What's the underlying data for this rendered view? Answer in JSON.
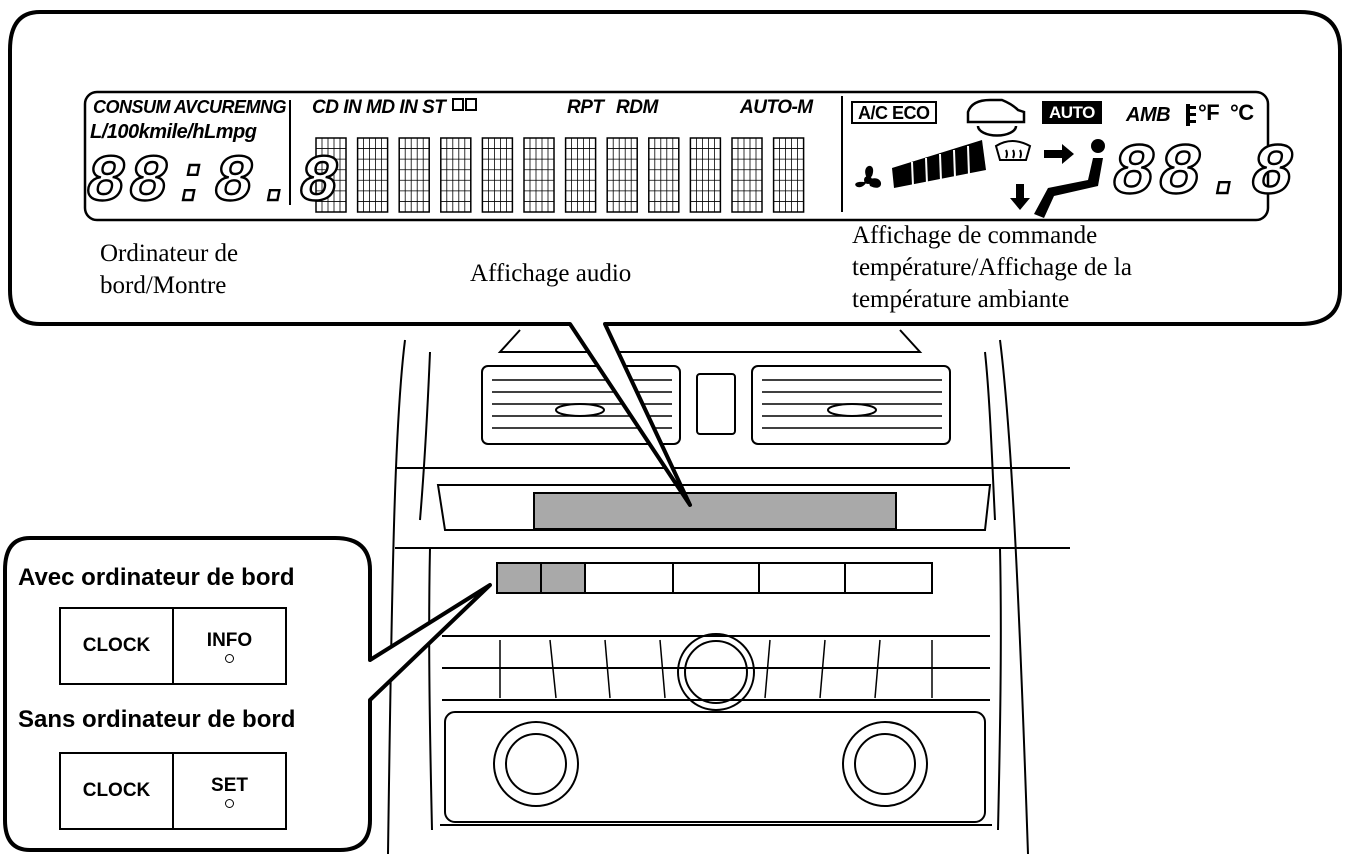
{
  "lcd": {
    "left": {
      "line1": "CONSUM AVCUREMNG",
      "line2": "L/100kmile/hLmpg",
      "digits": "88:8.8"
    },
    "audio": {
      "indicators_left": "CD IN MD IN ST",
      "indicator_rpt": "RPT",
      "indicator_rdm": "RDM",
      "indicator_auto_m": "AUTO-M"
    },
    "climate": {
      "ac": "A/C",
      "eco": "ECO",
      "auto": "AUTO",
      "amb": "AMB",
      "unit_f": "°F",
      "unit_c": "°C",
      "digits": "88.8"
    }
  },
  "captions": {
    "computer_clock": [
      "Ordinateur de",
      "bord/Montre"
    ],
    "audio_display": "Affichage audio",
    "climate_display": [
      "Affichage de commande",
      "température/Affichage de la",
      "température ambiante"
    ]
  },
  "panel": {
    "with_computer_heading": "Avec ordinateur de bord",
    "with_computer_buttons": [
      "CLOCK",
      "INFO"
    ],
    "without_computer_heading": "Sans ordinateur de bord",
    "without_computer_buttons": [
      "CLOCK",
      "SET"
    ]
  },
  "icons": [
    "dual-box-icon",
    "car-recirculation-icon",
    "fan-icon",
    "fan-speed-bar-icon",
    "defrost-icon",
    "airflow-arrow-icon",
    "seated-person-icon",
    "thermometer-icon"
  ],
  "colors": {
    "line": "#000000",
    "highlight_gray": "#a9a9a9",
    "background": "#ffffff"
  }
}
